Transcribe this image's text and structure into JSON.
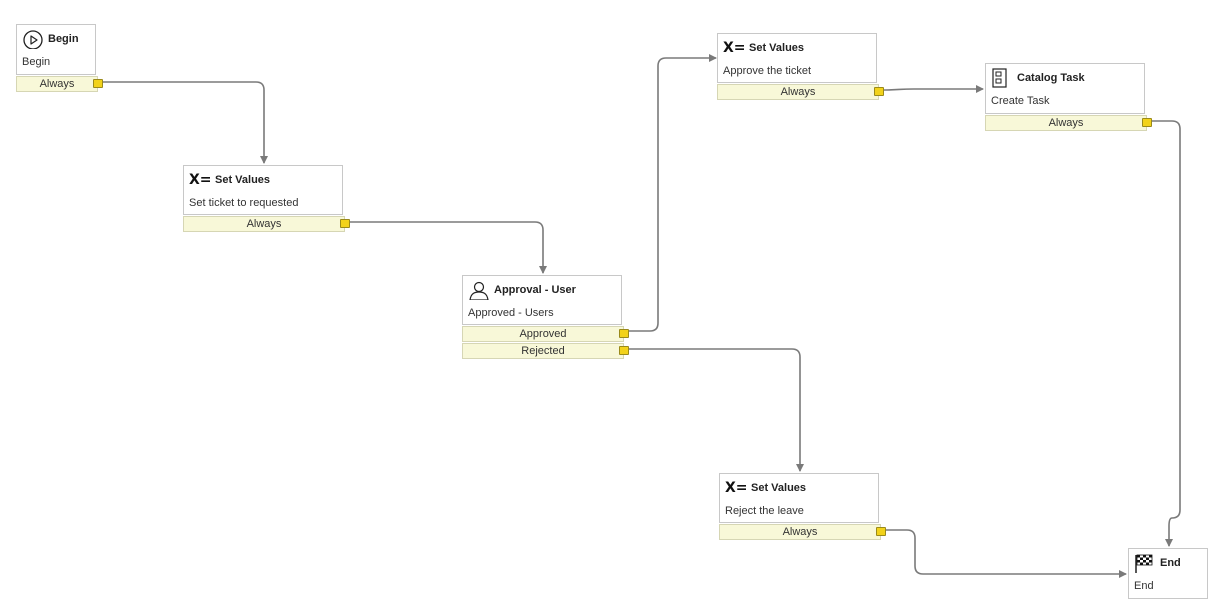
{
  "nodes": {
    "begin": {
      "title": "Begin",
      "description": "Begin",
      "conditions": [
        "Always"
      ]
    },
    "set_requested": {
      "title": "Set Values",
      "description": "Set ticket to requested",
      "conditions": [
        "Always"
      ]
    },
    "approval": {
      "title": "Approval - User",
      "description": "Approved - Users",
      "conditions": [
        "Approved",
        "Rejected"
      ]
    },
    "set_approve": {
      "title": "Set Values",
      "description": "Approve the ticket",
      "conditions": [
        "Always"
      ]
    },
    "catalog_task": {
      "title": "Catalog Task",
      "description": "Create Task",
      "conditions": [
        "Always"
      ]
    },
    "set_reject": {
      "title": "Set Values",
      "description": "Reject the leave",
      "conditions": [
        "Always"
      ]
    },
    "end": {
      "title": "End",
      "description": "End",
      "conditions": []
    }
  },
  "icons": {
    "begin": "play-circle-icon",
    "set_values": "x-equals-icon",
    "approval": "user-icon",
    "catalog_task": "catalog-task-icon",
    "end": "checkered-flag-icon"
  },
  "colors": {
    "condition_bg": "#f8f8d8",
    "port": "#f2d21a",
    "connector": "#7a7a7a",
    "node_border": "#c8c8c8"
  }
}
